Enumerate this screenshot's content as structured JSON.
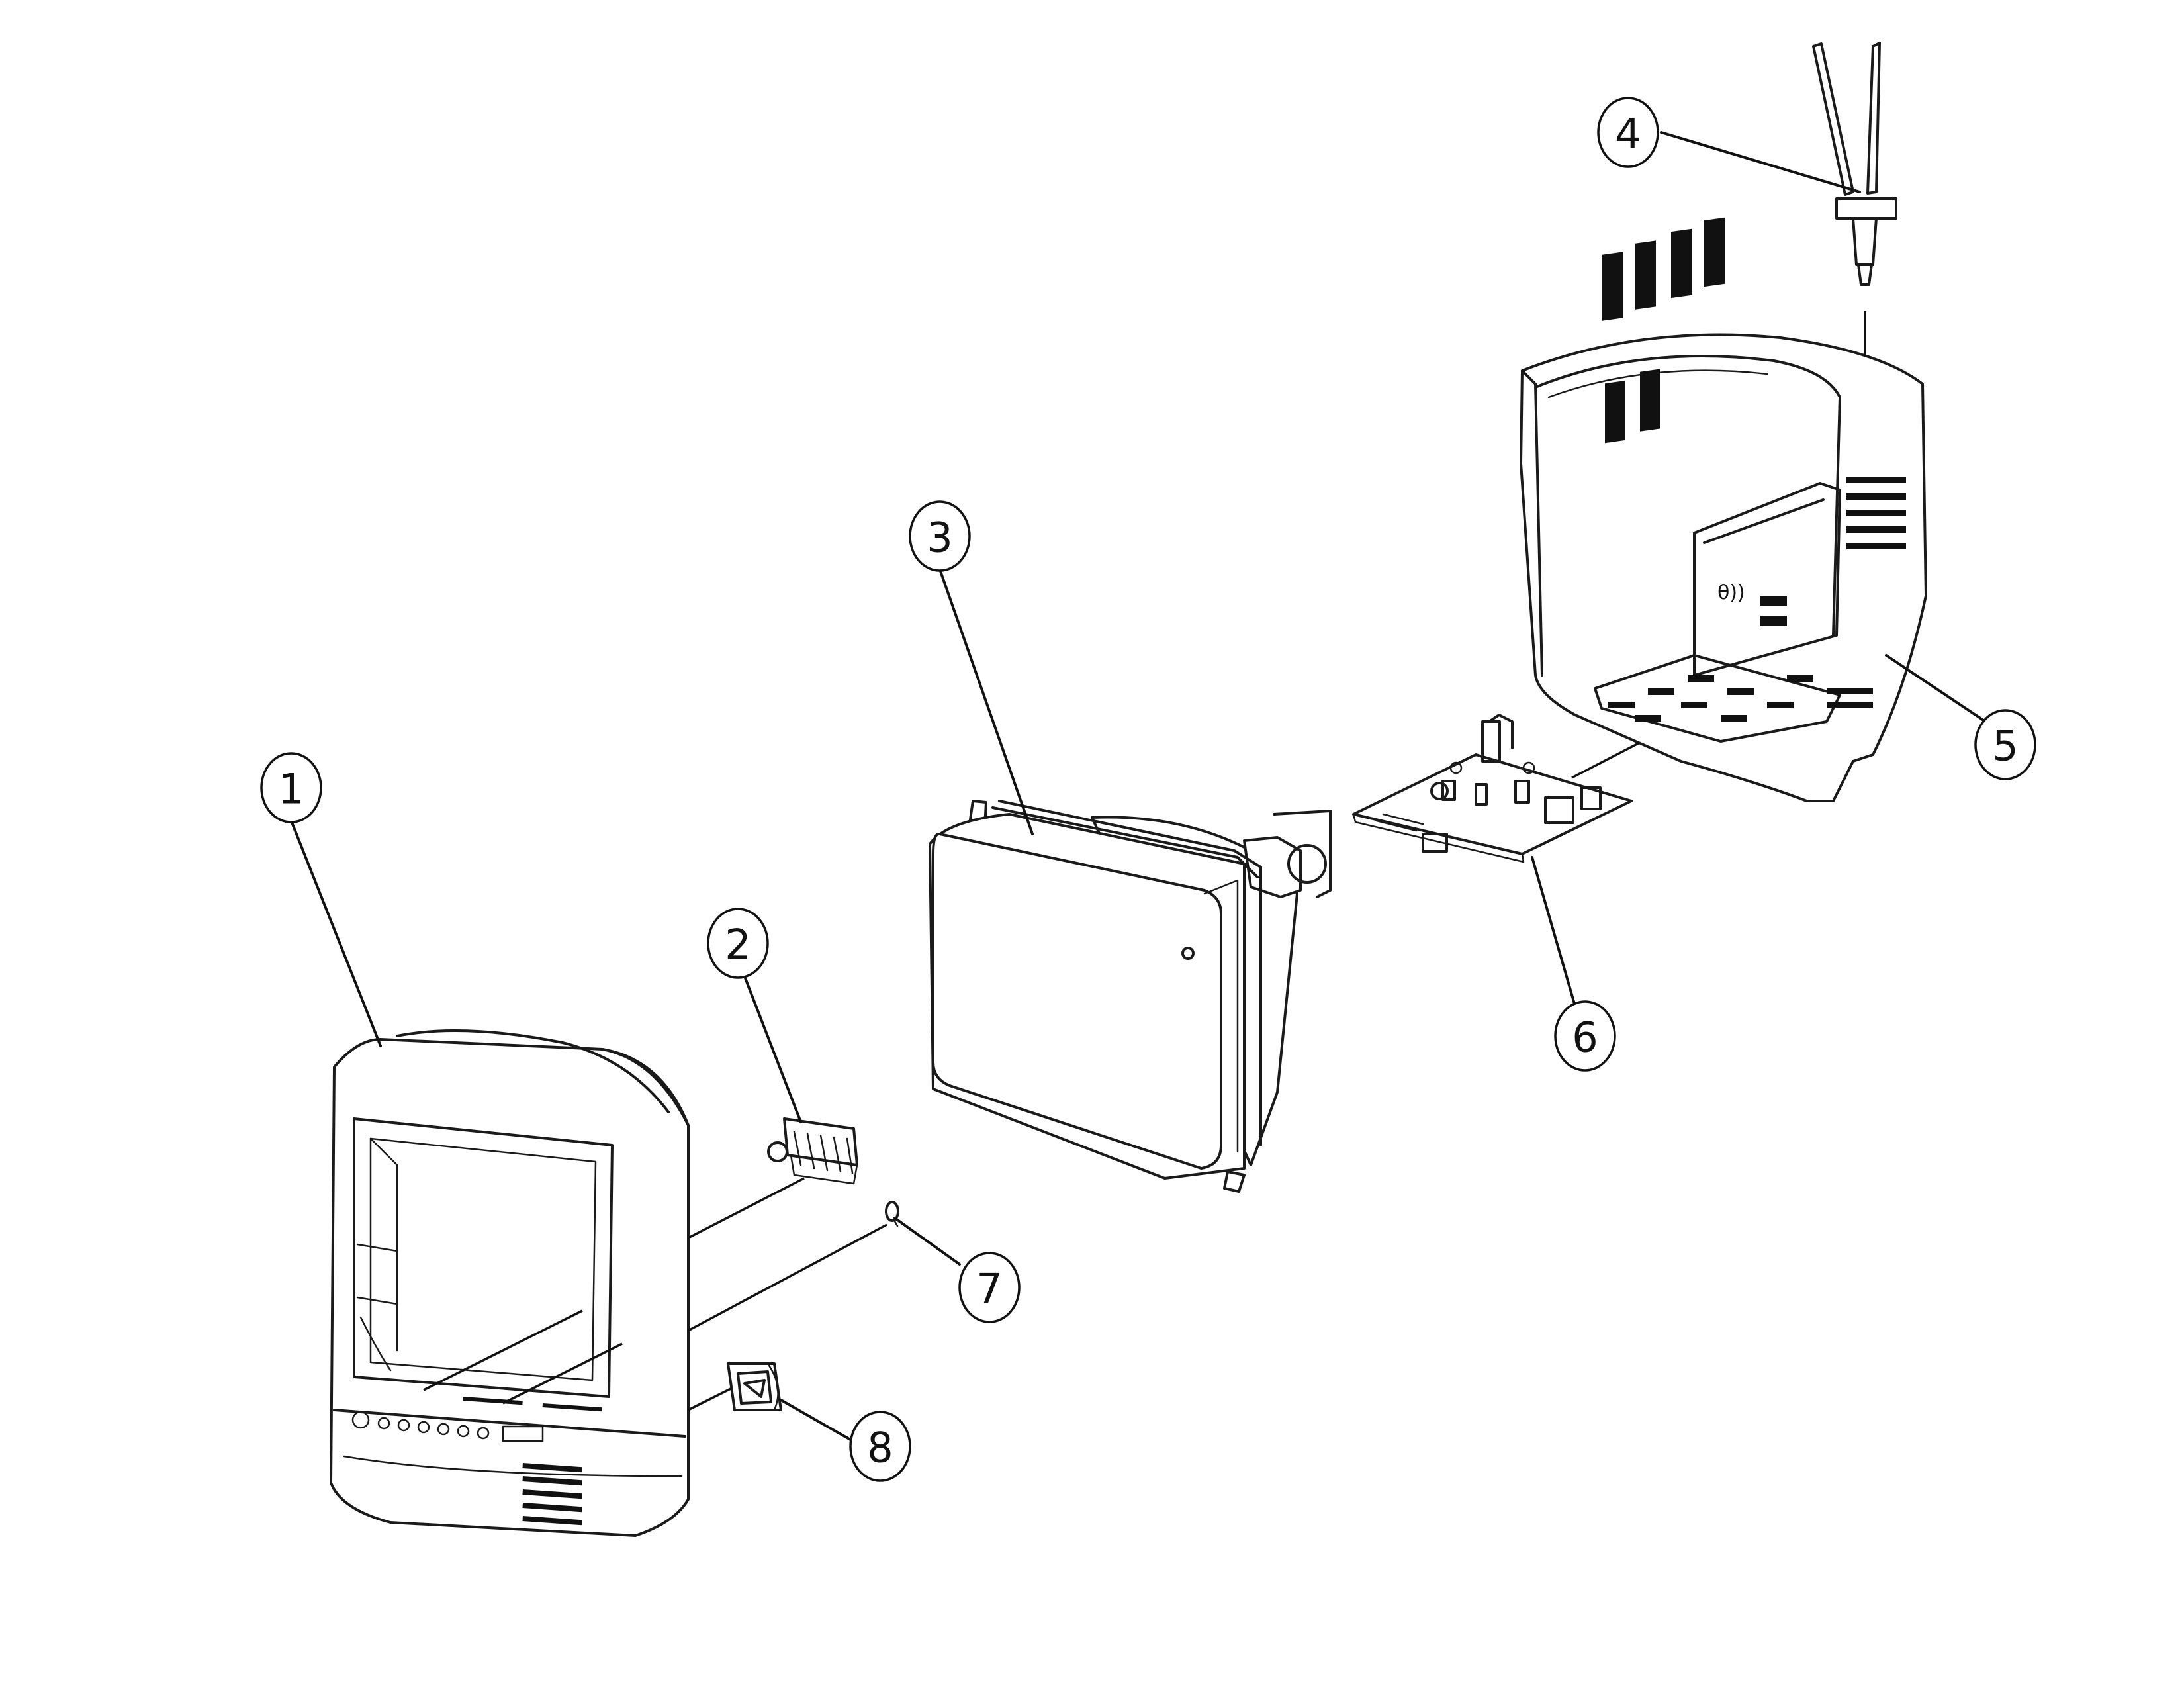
{
  "diagram": {
    "type": "exploded-assembly",
    "parts": [
      {
        "id": "1",
        "label": "1",
        "component": "front-cabinet"
      },
      {
        "id": "2",
        "label": "2",
        "component": "control-button-assembly"
      },
      {
        "id": "3",
        "label": "3",
        "component": "picture-tube"
      },
      {
        "id": "4",
        "label": "4",
        "component": "telescopic-antenna"
      },
      {
        "id": "5",
        "label": "5",
        "component": "back-cabinet"
      },
      {
        "id": "6",
        "label": "6",
        "component": "main-circuit-board"
      },
      {
        "id": "7",
        "label": "7",
        "component": "led-lens"
      },
      {
        "id": "8",
        "label": "8",
        "component": "speaker"
      }
    ],
    "board_marking": "θ))"
  },
  "colors": {
    "line": "#1a1a1a",
    "background": "#ffffff"
  }
}
